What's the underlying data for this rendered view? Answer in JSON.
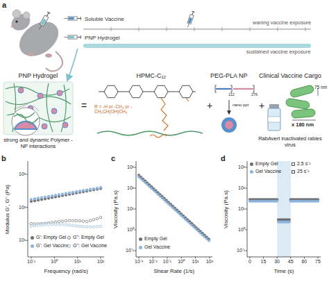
{
  "diagram": {
    "labels": [
      "a",
      "Soluble Vaccine",
      "PNP Hydrogel",
      "waning vaccine exposure",
      "sustained vaccine exposure",
      "PNP Hydrogel",
      "HPMC-C₁₂",
      "PEG-PLA NP",
      "Clinical Vaccine Cargo",
      "R = -H or -CH₃ or -CH₂CH(OH)CH₃",
      "112",
      "276",
      "nano ppt",
      "=",
      "+",
      "+",
      "75 nm",
      "x 180 nm",
      "strong and dynamic Polymer - NP interactions",
      "RabAvert inactivated rabies virus",
      "b",
      "Modulus G', G'' (Pa)",
      "10³",
      "10²",
      "10¹",
      "10⁻¹",
      "10⁰",
      "10¹",
      "10²",
      "Frequency (rad/s)",
      "c",
      "Viscosity (Pa.s)",
      "10³",
      "10²",
      "10¹",
      "10⁰",
      "10⁻¹",
      "10⁻³",
      "10⁻²",
      "10⁻¹",
      "10⁰",
      "10¹",
      "10²",
      "Shear Rate (1/s)",
      "d",
      "Viscosity (Pa.s)",
      "10³",
      "10²",
      "10¹",
      "10⁰",
      "10⁻¹",
      "0",
      "15",
      "30",
      "45",
      "60",
      "75",
      "Time (s)"
    ],
    "legend": [
      {
        "text": "G': Empty Gel",
        "color": "#6d6e71"
      },
      {
        "text": "G'': Empty Gel"
      },
      {
        "text": "G': Gel Vaccine",
        "color": "#8db4dd"
      },
      {
        "text": "G'': Gel Vaccine"
      },
      {
        "text": "Empty Gel",
        "color": "#6d6e71"
      },
      {
        "text": "Gel Vaccine",
        "color": "#8db4dd"
      },
      {
        "text": "Empty Gel",
        "color": "#6d6e71"
      },
      {
        "text": "Gel Vaccine",
        "color": "#8db4dd"
      },
      {
        "text": "2.5 s⁻¹"
      },
      {
        "text": "25 s⁻¹"
      }
    ]
  }
}
